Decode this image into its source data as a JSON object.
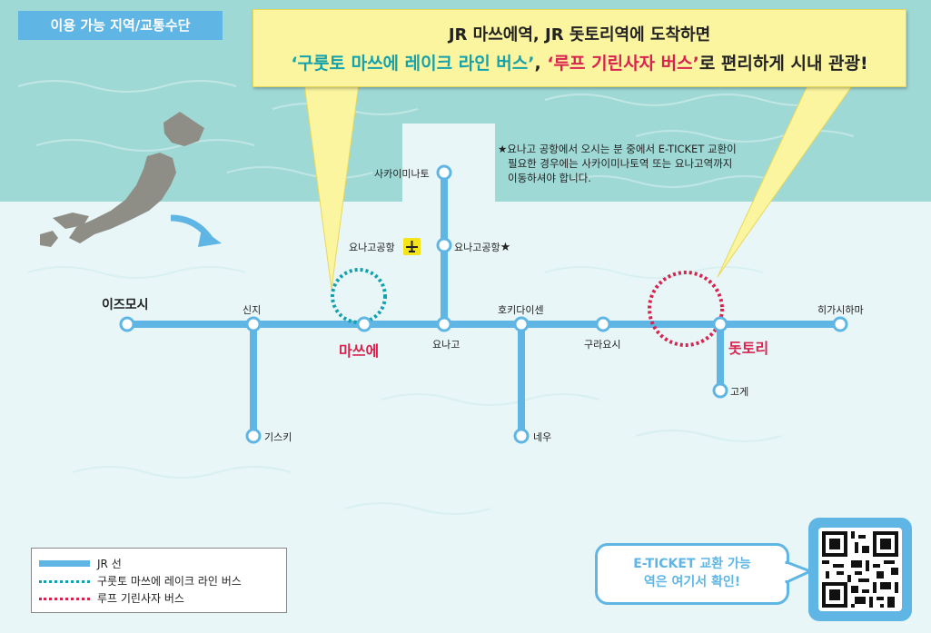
{
  "header": {
    "badge": "이용 가능 지역/교통수단"
  },
  "callout": {
    "line1": "JR 마쓰에역, JR 돗토리역에 도착하면",
    "bus1": "‘구룻토 마쓰에 레이크 라인 버스’",
    "sep": ", ",
    "bus2": "‘루프 기린사자 버스’",
    "tail": "로 편리하게 시내 관광!"
  },
  "note": {
    "line1": "★요나고 공항에서 오시는 분 중에서 E-TICKET 교환이",
    "line2": "필요한 경우에는 사카이미나토역 또는 요나고역까지",
    "line3": "이동하셔야 합니다."
  },
  "stations": {
    "izumoshi": "이즈모시",
    "shinji": "신지",
    "kisuki": "기스키",
    "matsue": "마쓰에",
    "yonago": "요나고",
    "yonago_airport_station": "요나고공항",
    "yonago_airport_star": "★",
    "sakaiminato": "사카이미나토",
    "yonago_airport": "요나고공항",
    "hokidaisen": "호키다이센",
    "neu": "네우",
    "kurayoshi": "구라요시",
    "tottori": "돗토리",
    "koge": "고게",
    "higashihama": "히가시하마"
  },
  "legend": {
    "jr": "JR 선",
    "lake": "구룻토 마쓰에 레이크 라인 버스",
    "loop": "루프 기린사자 버스"
  },
  "eticket": {
    "line1": "E-TICKET 교환 가능",
    "line2": "역은 여기서 확인!"
  },
  "colors": {
    "jr_line": "#5fb6e4",
    "lake_line": "#13a2ad",
    "loop_line": "#d8234f",
    "callout_bg": "#fbf59f",
    "sea": "#9fd9d6",
    "land_japan": "#8e8e86"
  },
  "icons": {
    "airport": "airplane-icon",
    "qr": "qr-code-icon",
    "arrow": "curved-arrow-icon"
  }
}
